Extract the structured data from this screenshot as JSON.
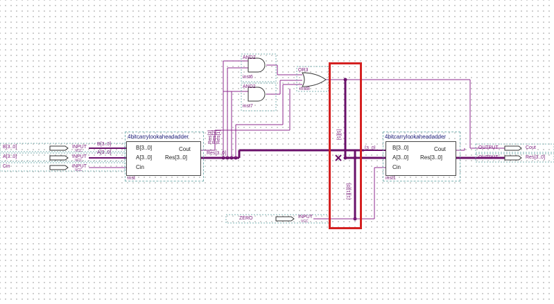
{
  "inputs": [
    {
      "name": "B[3..0]",
      "type": "INPUT",
      "net": "B[3..0]",
      "vcc": "VCC"
    },
    {
      "name": "A[3..0]",
      "type": "INPUT",
      "net": "A[3..0]",
      "vcc": "VCC"
    },
    {
      "name": "Cin",
      "type": "INPUT",
      "vcc": "VCC"
    }
  ],
  "adder1": {
    "title": "4bitcarrylookaheadadder",
    "ports_in": [
      "B[3..0]",
      "A[3..0]",
      "Cin"
    ],
    "ports_out": [
      "Cout",
      "Res[3..0]"
    ],
    "instance": "inst",
    "res_net": "Res[3..0]"
  },
  "adder2": {
    "title": "4bitcarrylookaheadadder",
    "ports_in": [
      "B[3..0]",
      "A[3..0]",
      "Cin"
    ],
    "ports_out": [
      "Cout",
      "Res[3..0]"
    ],
    "instance": "inst1",
    "b_net": "[3..0]"
  },
  "gates": [
    {
      "type": "AND2",
      "instance": "inst6"
    },
    {
      "type": "AND2",
      "instance": "inst7"
    },
    {
      "type": "OR3",
      "instance": "inst8"
    }
  ],
  "bus_taps": [
    "Res[3]",
    "Res[2]",
    "Res[1]"
  ],
  "vertical_net_labels": [
    "[1][1][0]",
    "[1][1]"
  ],
  "zero_input": {
    "name": "ZERO",
    "type": "INPUT",
    "vcc": "VCC"
  },
  "outputs": [
    {
      "name": "Cout",
      "type": "OUTPUT"
    },
    {
      "name": "Res[3..0]",
      "type": "OUTPUT"
    }
  ],
  "colors": {
    "wire": "#8e2a8e",
    "bus": "#6a106a",
    "selection": "#d42020",
    "box_border": "#7fb5b5",
    "pin_fill": "#ffffff"
  }
}
